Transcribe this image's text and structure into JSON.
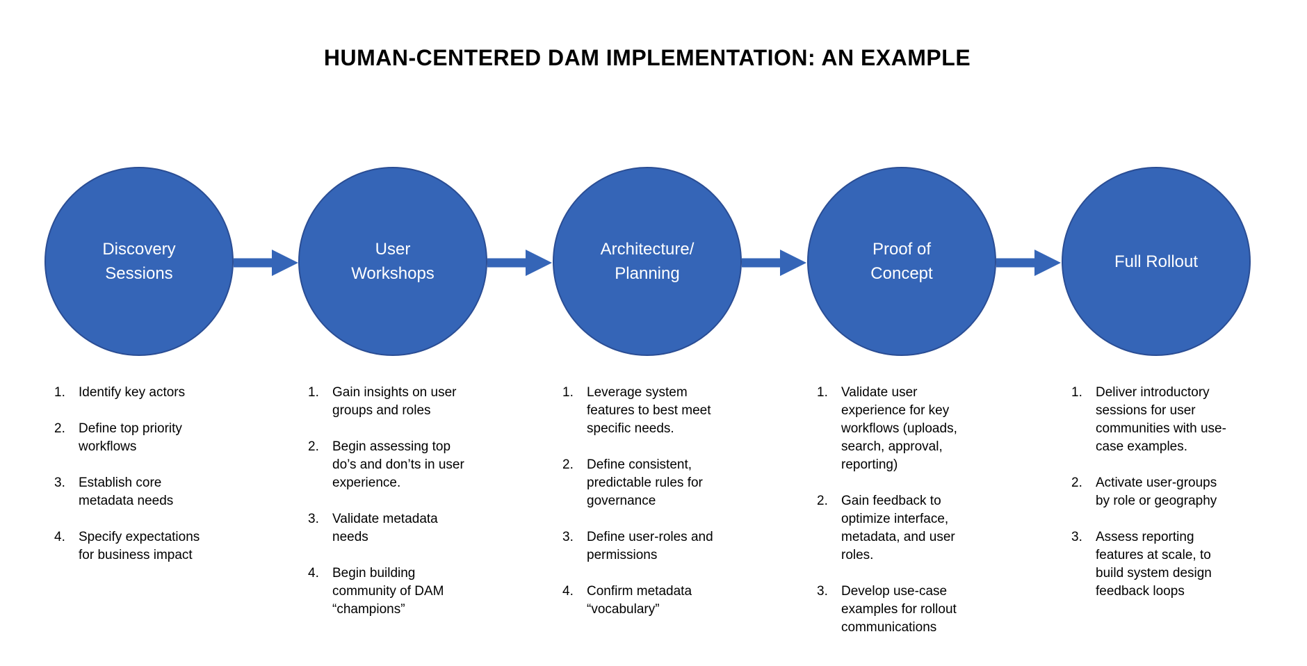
{
  "title": "HUMAN-CENTERED DAM IMPLEMENTATION: AN EXAMPLE",
  "colors": {
    "background": "#ffffff",
    "circle_fill": "#3565b7",
    "circle_border": "#2a4d94",
    "circle_text": "#ffffff",
    "arrow": "#3565b7",
    "body_text": "#000000"
  },
  "stages": [
    {
      "name": "Discovery Sessions",
      "label_lines": [
        "Discovery",
        "Sessions"
      ],
      "items": [
        {
          "num": "1.",
          "text": "Identify key actors"
        },
        {
          "num": "2.",
          "text": "Define top priority workflows"
        },
        {
          "num": "3.",
          "text": "Establish core metadata needs"
        },
        {
          "num": "4.",
          "text": "Specify expectations for business impact"
        }
      ]
    },
    {
      "name": "User Workshops",
      "label_lines": [
        "User",
        "Workshops"
      ],
      "items": [
        {
          "num": "1.",
          "text": "Gain insights on user groups and roles"
        },
        {
          "num": "2.",
          "text": "Begin assessing top do’s and don’ts in user experience."
        },
        {
          "num": "3.",
          "text": "Validate metadata needs"
        },
        {
          "num": "4.",
          "text": "Begin building community of DAM “champions”"
        }
      ]
    },
    {
      "name": "Architecture/Planning",
      "label_lines": [
        "Architecture/",
        "Planning"
      ],
      "items": [
        {
          "num": "1.",
          "text": "Leverage system features to best meet specific needs."
        },
        {
          "num": "2.",
          "text": "Define consistent, predictable rules for governance"
        },
        {
          "num": "3.",
          "text": "Define user-roles and permissions"
        },
        {
          "num": "4.",
          "text": "Confirm metadata “vocabulary”"
        }
      ]
    },
    {
      "name": "Proof of Concept",
      "label_lines": [
        "Proof of",
        "Concept"
      ],
      "items": [
        {
          "num": "1.",
          "text": "Validate user experience for key workflows (uploads, search, approval, reporting)"
        },
        {
          "num": "2.",
          "text": "Gain feedback to optimize interface, metadata, and user roles."
        },
        {
          "num": "3.",
          "text": "Develop use-case examples for rollout communications"
        }
      ]
    },
    {
      "name": "Full Rollout",
      "label_lines": [
        "Full Rollout"
      ],
      "items": [
        {
          "num": "1.",
          "text": "Deliver introductory sessions for user communities with use-case examples."
        },
        {
          "num": "2.",
          "text": "Activate user-groups by role or geography"
        },
        {
          "num": "3.",
          "text": "Assess reporting features at scale, to build system design feedback loops"
        }
      ]
    }
  ]
}
